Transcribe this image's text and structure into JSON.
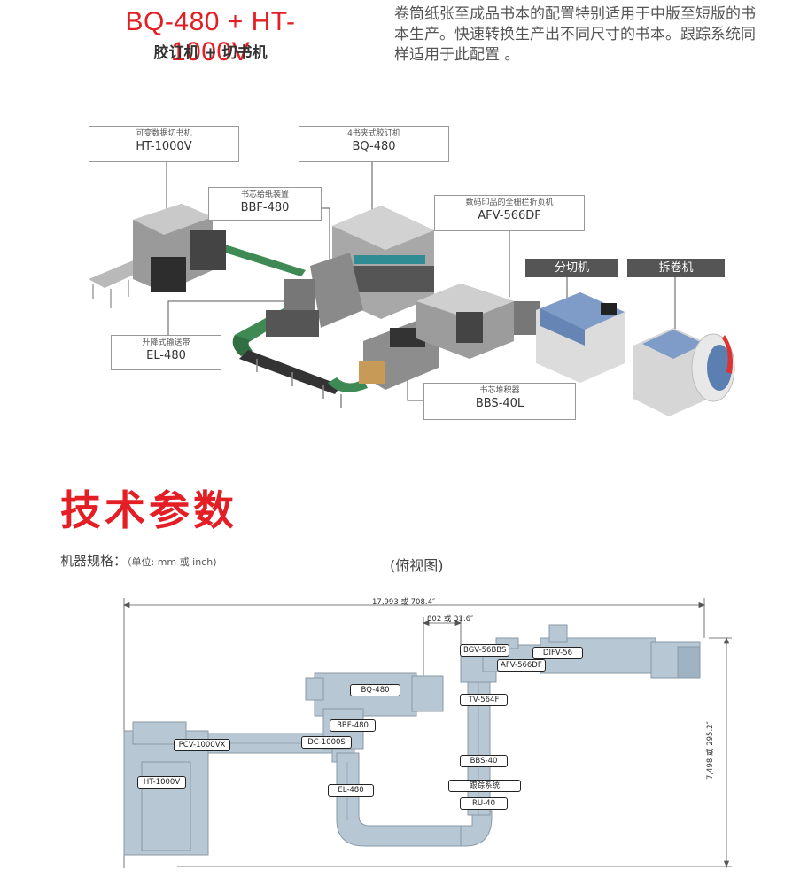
{
  "header": {
    "title": "BQ-480 + HT-1000V",
    "subtitle": "胶订机 + 切书机",
    "intro": "卷筒纸张至成品书本的配置特别适用于中版至短版的书本生产。快速转换生产出不同尺寸的书本。跟踪系统同样适用于此配置 。"
  },
  "callouts": [
    {
      "cn": "可变数据切书机",
      "en": "HT-1000V"
    },
    {
      "cn": "4书夹式胶订机",
      "en": "BQ-480"
    },
    {
      "cn": "书芯给纸装置",
      "en": "BBF-480"
    },
    {
      "cn": "数码印品的全栅栏折页机",
      "en": "AFV-566DF"
    },
    {
      "label": "分切机"
    },
    {
      "label": "拆卷机"
    },
    {
      "cn": "升降式输送带",
      "en": "EL-480"
    },
    {
      "cn": "书芯堆积器",
      "en": "BBS-40L"
    }
  ],
  "specs": {
    "section_title": "技术参数",
    "machine_label": "机器规格：",
    "unit_label": "（单位: mm 或 inch)",
    "view_label": "(俯视图)"
  },
  "plan": {
    "dim_width": "17,993 或 708.4″",
    "dim_gap": "802 或 31.6″",
    "dim_height": "7,498 或 295.2″",
    "tags": [
      "BGV-56BBS",
      "DIFV-56",
      "AFV-566DF",
      "BQ-480",
      "TV-564F",
      "BBF-480",
      "PCV-1000VX",
      "DC-1000S",
      "BBS-40",
      "HT-1000V",
      "EL-480",
      "跟踪系统",
      "RU-40"
    ]
  },
  "colors": {
    "accent": "#e31e24",
    "machine_blue": "#7f9cc8",
    "plan_fill": "#b7c8d4",
    "plan_stroke": "#8a9aa6"
  }
}
